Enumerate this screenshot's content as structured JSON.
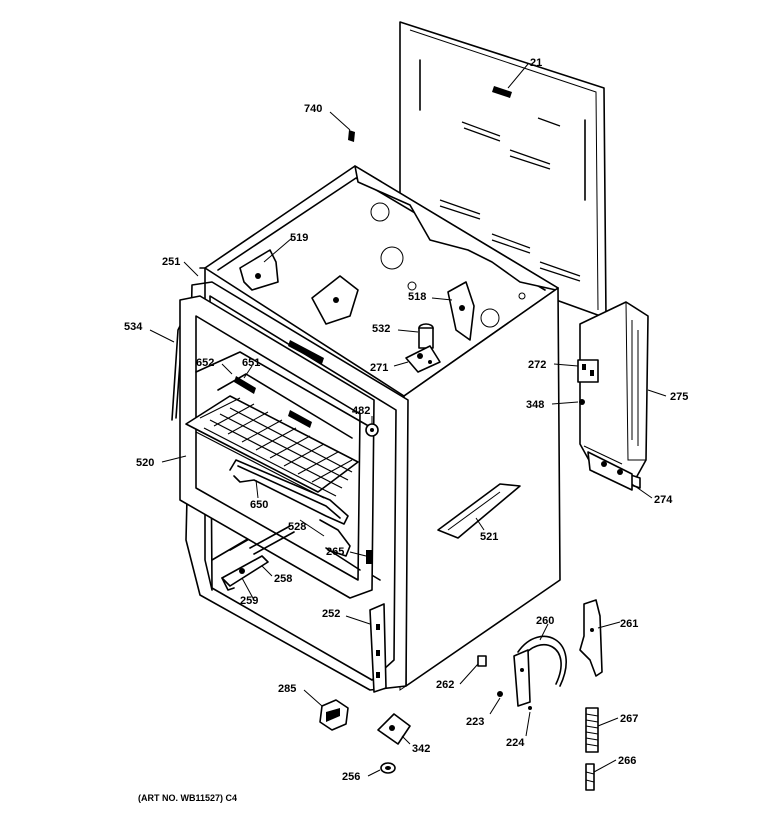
{
  "labels": {
    "p21": "21",
    "p740": "740",
    "p519": "519",
    "p251": "251",
    "p534": "534",
    "p652": "652",
    "p651": "651",
    "p518": "518",
    "p532": "532",
    "p271": "271",
    "p272": "272",
    "p275": "275",
    "p348": "348",
    "p482": "482",
    "p520": "520",
    "p274": "274",
    "p650": "650",
    "p528": "528",
    "p521": "521",
    "p265": "265",
    "p258": "258",
    "p259": "259",
    "p252": "252",
    "p260": "260",
    "p261": "261",
    "p262": "262",
    "p285": "285",
    "p223": "223",
    "p267": "267",
    "p224": "224",
    "p342": "342",
    "p256": "256",
    "p266": "266"
  },
  "caption": "(ART NO. WB11527) C4"
}
